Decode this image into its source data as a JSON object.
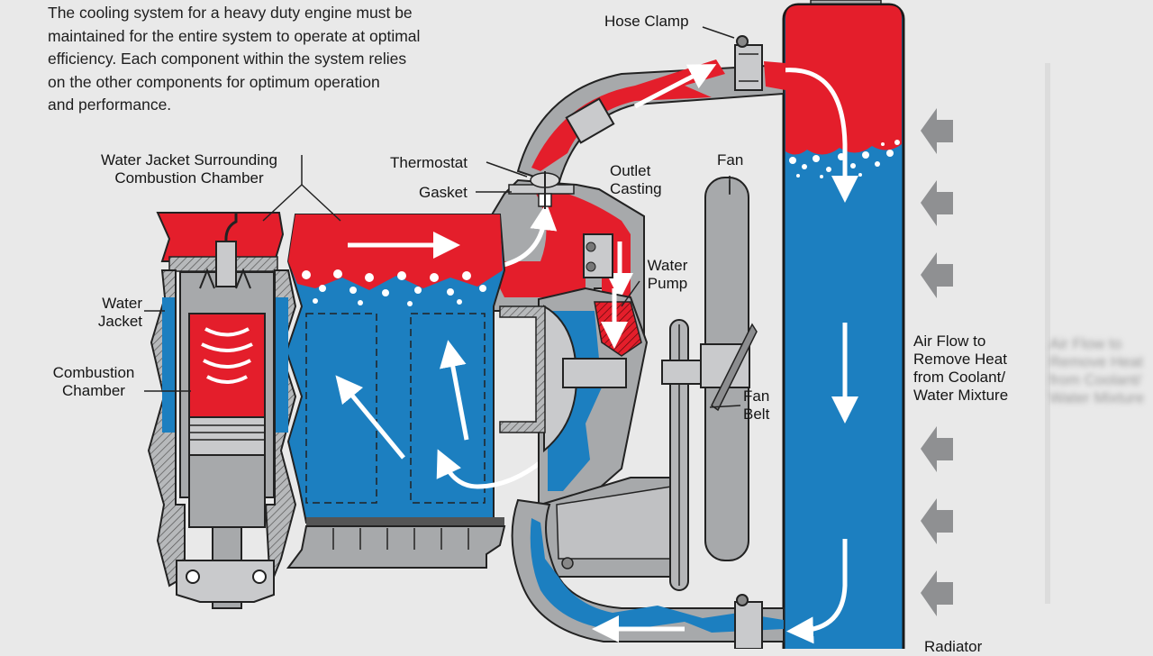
{
  "intro": {
    "lines": [
      "The cooling system for a heavy duty engine must be",
      "maintained for the entire system to operate at optimal",
      "efficiency. Each component within the system relies",
      "on the other components for optimum operation",
      "and performance."
    ]
  },
  "labels": {
    "hose_clamp": "Hose Clamp",
    "water_jacket_surrounding": [
      "Water Jacket Surrounding",
      "Combustion Chamber"
    ],
    "thermostat": "Thermostat",
    "gasket": "Gasket",
    "outlet_casting": [
      "Outlet",
      "Casting"
    ],
    "fan": "Fan",
    "water_pump": [
      "Water",
      "Pump"
    ],
    "water_jacket": [
      "Water",
      "Jacket"
    ],
    "combustion_chamber": [
      "Combustion",
      "Chamber"
    ],
    "fan_belt": [
      "Fan",
      "Belt"
    ],
    "air_flow": [
      "Air Flow to",
      "Remove Heat",
      "from Coolant/",
      "Water Mixture"
    ],
    "radiator": "Radiator"
  },
  "colors": {
    "hot_coolant": "#e41e2b",
    "cool_coolant": "#1c7fc0",
    "metal": "#a7a9ab",
    "background": "#e9e9e9",
    "arrow": "#8f9092"
  }
}
